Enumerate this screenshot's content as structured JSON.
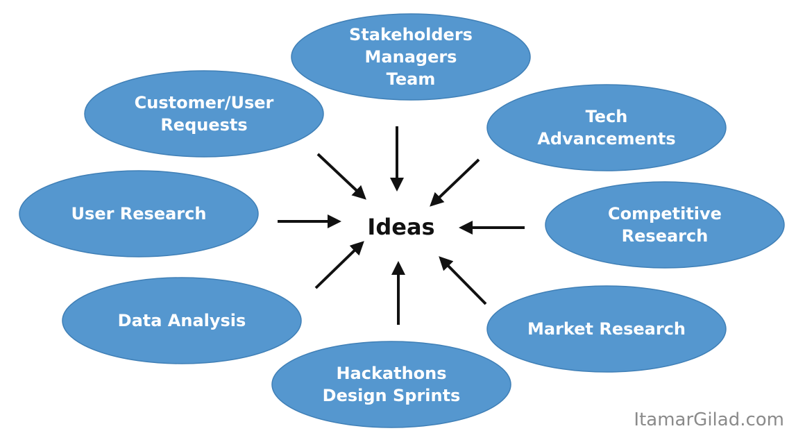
{
  "center": {
    "label": "Ideas"
  },
  "sources": [
    {
      "id": "stakeholders",
      "label": "Stakeholders\nManagers\nTeam"
    },
    {
      "id": "customer-requests",
      "label": "Customer/User\nRequests"
    },
    {
      "id": "tech-advancements",
      "label": "Tech\nAdvancements"
    },
    {
      "id": "user-research",
      "label": "User Research"
    },
    {
      "id": "competitive-research",
      "label": "Competitive\nResearch"
    },
    {
      "id": "data-analysis",
      "label": "Data Analysis"
    },
    {
      "id": "market-research",
      "label": "Market Research"
    },
    {
      "id": "hackathons",
      "label": "Hackathons\nDesign Sprints"
    }
  ],
  "watermark": "ItamarGilad.com",
  "colors": {
    "ellipse_fill": "#5597cf",
    "ellipse_text": "#ffffff",
    "arrow": "#111111",
    "center_text": "#111111",
    "watermark": "#8a8a8a"
  }
}
